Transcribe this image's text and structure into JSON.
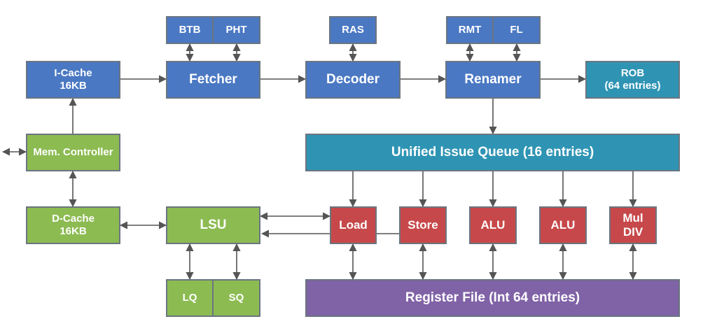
{
  "colors": {
    "blue": "#4a78c3",
    "teal": "#2f94b4",
    "green": "#8cbb52",
    "red": "#c7484a",
    "purple": "#8062a6",
    "arrow": "#555555"
  },
  "blocks": {
    "btb": "BTB",
    "pht": "PHT",
    "ras": "RAS",
    "rmt": "RMT",
    "fl": "FL",
    "icache": {
      "line1": "I-Cache",
      "line2": "16KB"
    },
    "fetcher": "Fetcher",
    "decoder": "Decoder",
    "renamer": "Renamer",
    "rob": {
      "line1": "ROB",
      "line2": "(64 entries)"
    },
    "mem_controller": "Mem. Controller",
    "issue_queue": "Unified Issue Queue (16 entries)",
    "dcache": {
      "line1": "D-Cache",
      "line2": "16KB"
    },
    "lsu": "LSU",
    "load": "Load",
    "store": "Store",
    "alu1": "ALU",
    "alu2": "ALU",
    "muldiv": {
      "line1": "Mul",
      "line2": "DIV"
    },
    "lq": "LQ",
    "sq": "SQ",
    "register_file": "Register File (Int 64 entries)"
  }
}
